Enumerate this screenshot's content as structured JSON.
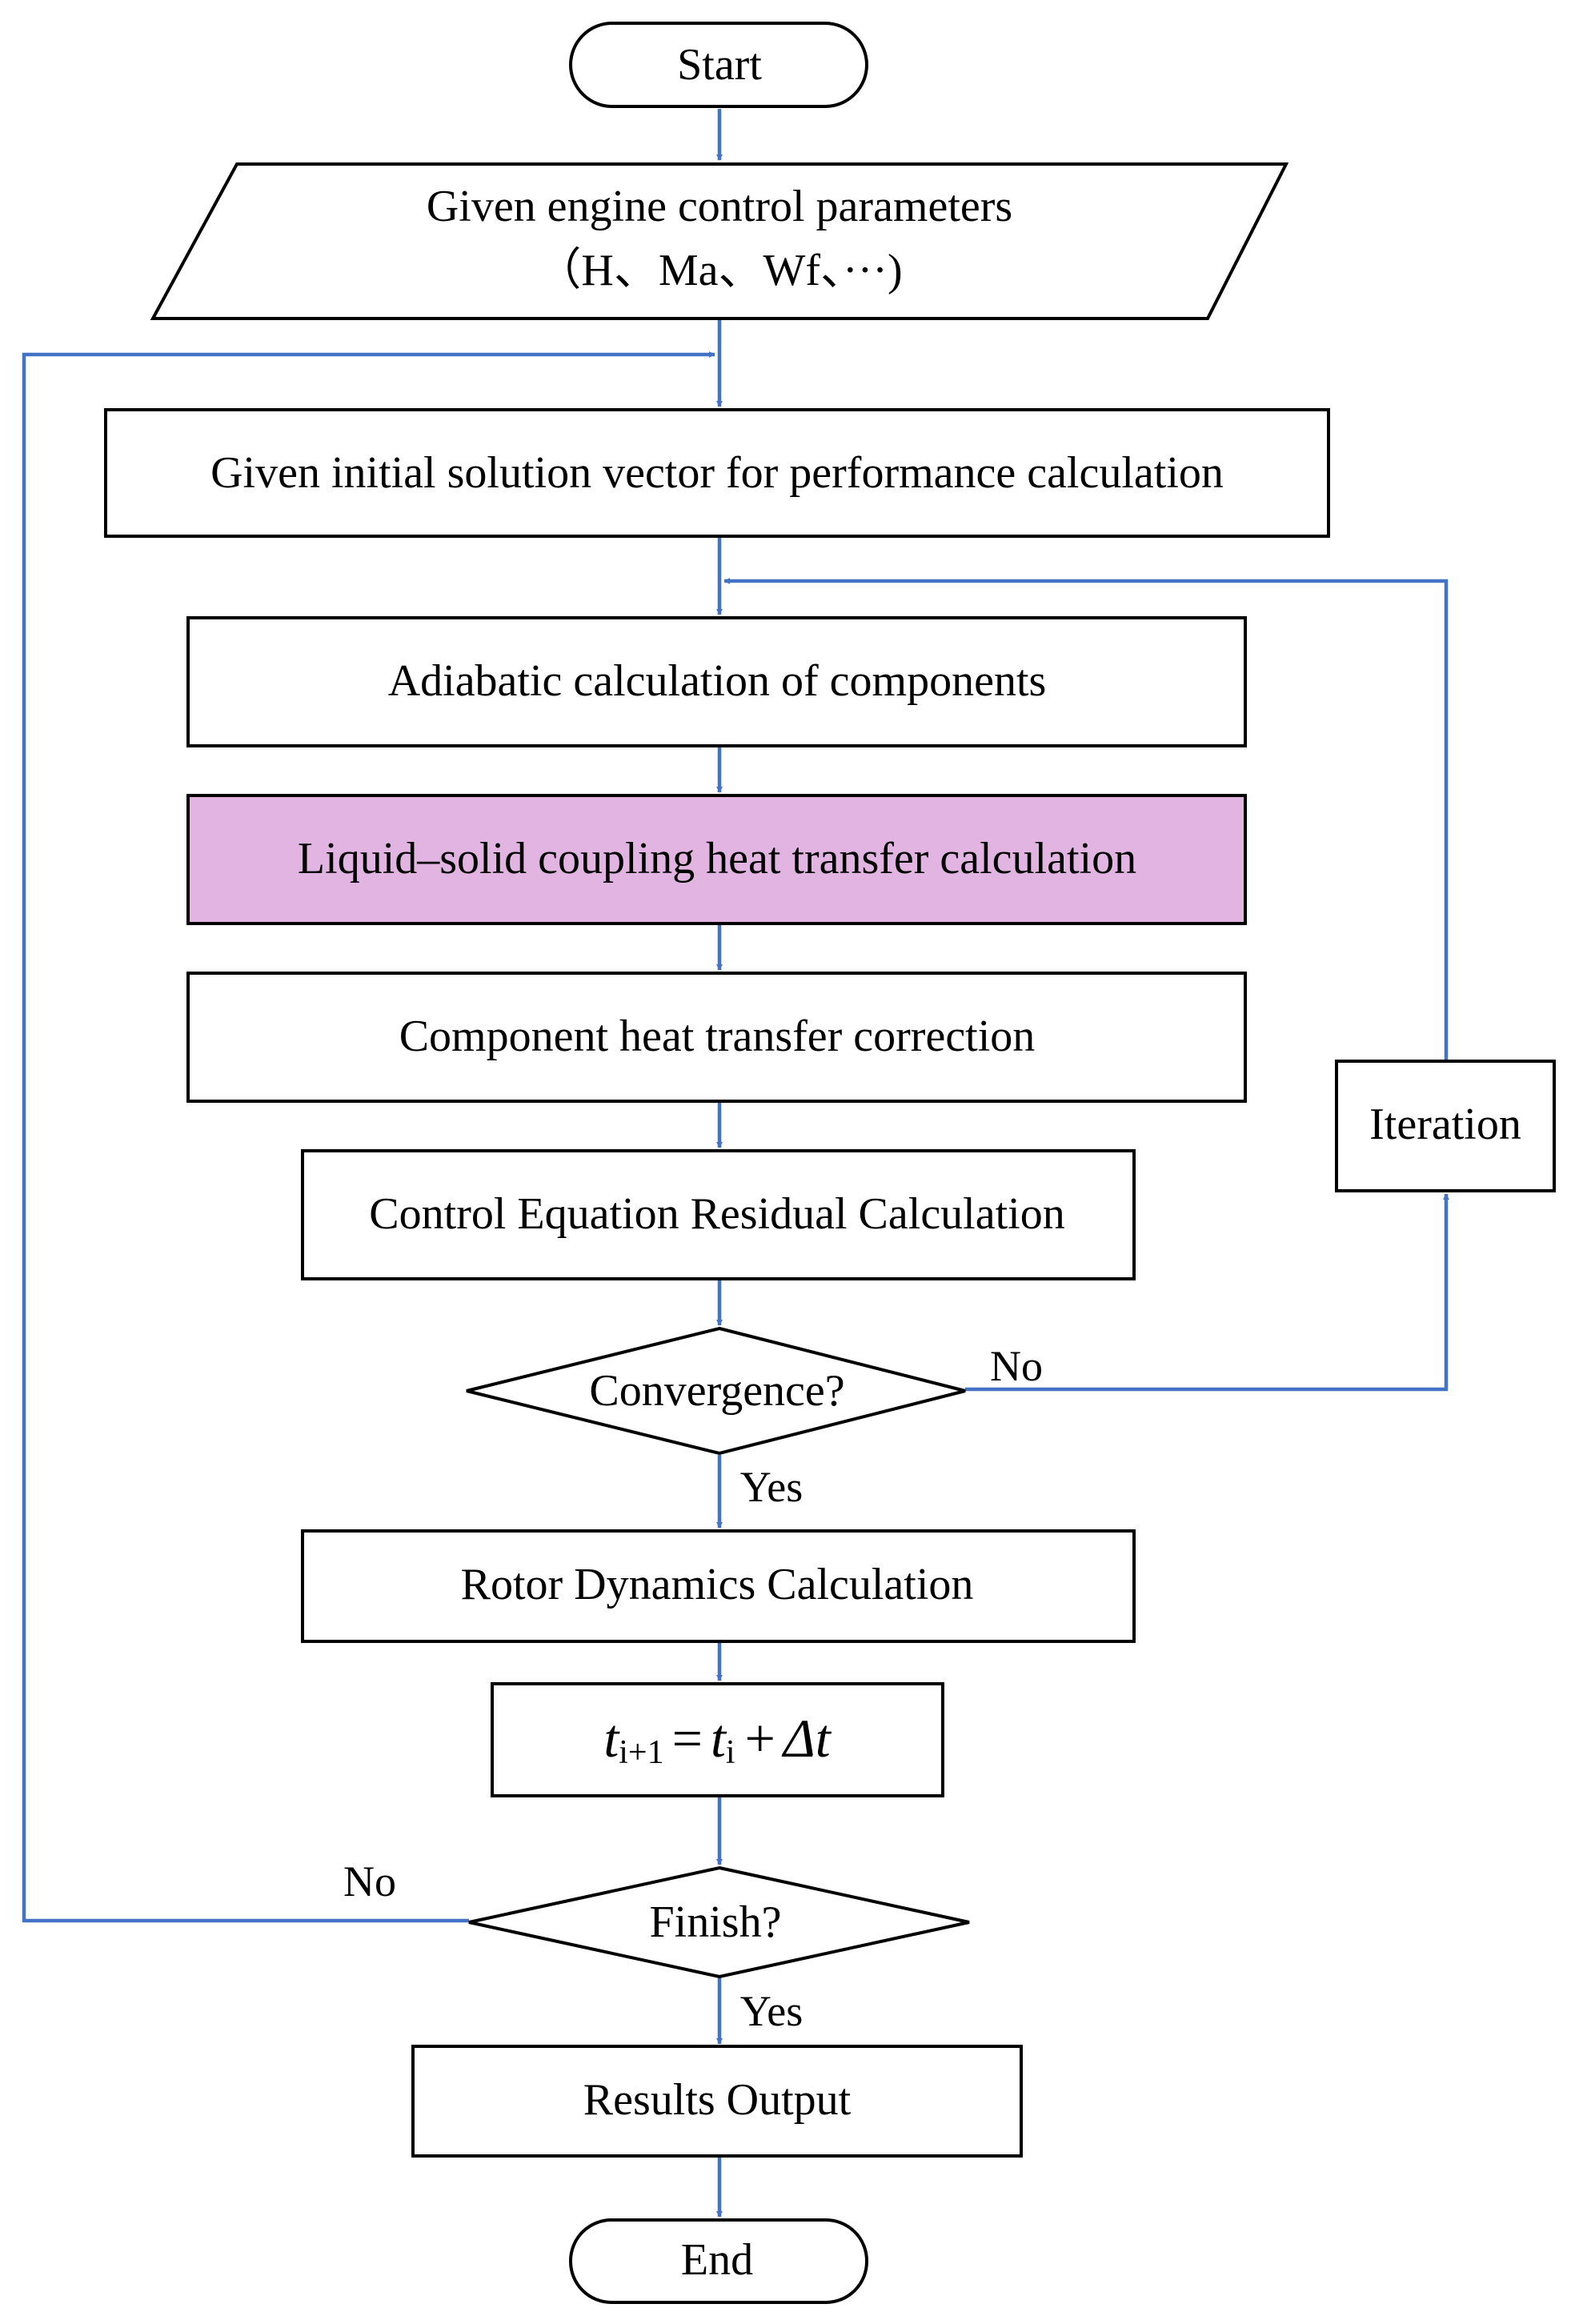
{
  "colors": {
    "connector": "#4472c4",
    "node_border": "#000000",
    "node_fill": "#ffffff",
    "highlight_fill": "#e1b4e2",
    "text": "#000000"
  },
  "nodes": {
    "start": {
      "label": "Start"
    },
    "input": {
      "line1": "Given engine control parameters",
      "line2": "（H、Ma、Wf、···)"
    },
    "initial_vector": {
      "label": "Given initial solution vector for performance calculation"
    },
    "adiabatic": {
      "label": "Adiabatic calculation of components"
    },
    "coupling": {
      "label": "Liquid–solid coupling heat transfer calculation"
    },
    "correction": {
      "label": "Component heat transfer correction"
    },
    "residual": {
      "label": "Control Equation Residual Calculation"
    },
    "convergence": {
      "label": "Convergence?"
    },
    "iteration": {
      "label": "Iteration"
    },
    "rotor": {
      "label": "Rotor Dynamics Calculation"
    },
    "time_step": {
      "lhs_var": "t",
      "lhs_sub": "i+1",
      "equals": "=",
      "rhs_var": "t",
      "rhs_sub": "i",
      "plus": "+",
      "delta": "Δt"
    },
    "finish": {
      "label": "Finish?"
    },
    "results": {
      "label": "Results Output"
    },
    "end": {
      "label": "End"
    }
  },
  "edges": {
    "convergence_no": "No",
    "convergence_yes": "Yes",
    "finish_no": "No",
    "finish_yes": "Yes"
  }
}
